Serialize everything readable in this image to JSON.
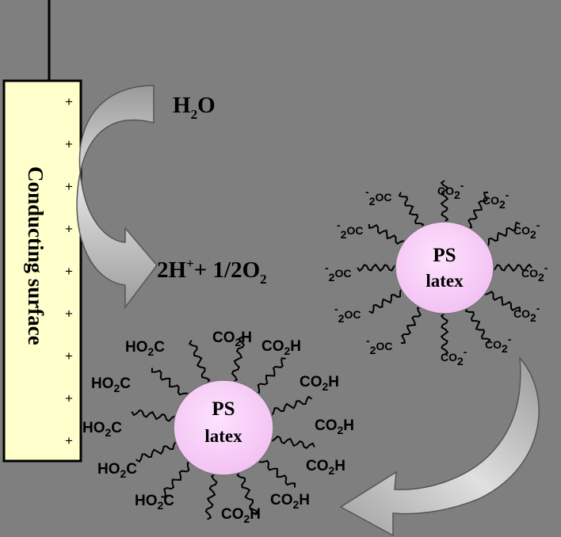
{
  "electrode": {
    "label": "Conducting surface",
    "charge": "+",
    "charge_count": 9
  },
  "reaction": {
    "reactant": "H",
    "reactant_sub": "2",
    "reactant_tail": "O",
    "product_a": "2H",
    "product_a_sup": "+",
    "product_b": "+ 1/2O",
    "product_b_sub": "2"
  },
  "deprotonated_particle": {
    "core_line1": "PS",
    "core_line2": "latex",
    "group_right": "CO",
    "group_left": "OC",
    "prefix_left": "-",
    "prefix_sub": "2",
    "sub": "2",
    "sup": "-"
  },
  "protonated_particle": {
    "core_line1": "PS",
    "core_line2": "latex",
    "group_right": "CO",
    "group_right_tail": "H",
    "group_left": "HO",
    "group_left_tail": "C",
    "sub": "2"
  },
  "colors": {
    "background": "#7f7f7f",
    "electrode_fill": "#ffffcc",
    "particle_fill": "#f8c8f8",
    "arrow_light": "#d8d8d8",
    "arrow_dark": "#9a9a9a"
  }
}
